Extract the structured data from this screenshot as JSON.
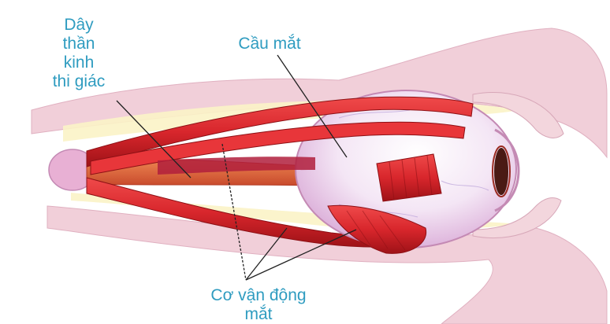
{
  "labels": {
    "optic_nerve": [
      "Dây",
      "thần",
      "kinh",
      "thi giác"
    ],
    "eyeball": "Cầu mắt",
    "eye_muscles": [
      "Cơ vận động",
      "mắt"
    ]
  },
  "colors": {
    "label_text": "#2f9cc0",
    "muscle": "#d8262c",
    "muscle_dark": "#a51419",
    "eyeball": "#f2e3f4",
    "bone": "#f1cfd9",
    "fat": "#fbf3c6",
    "leader_line": "#222222"
  }
}
